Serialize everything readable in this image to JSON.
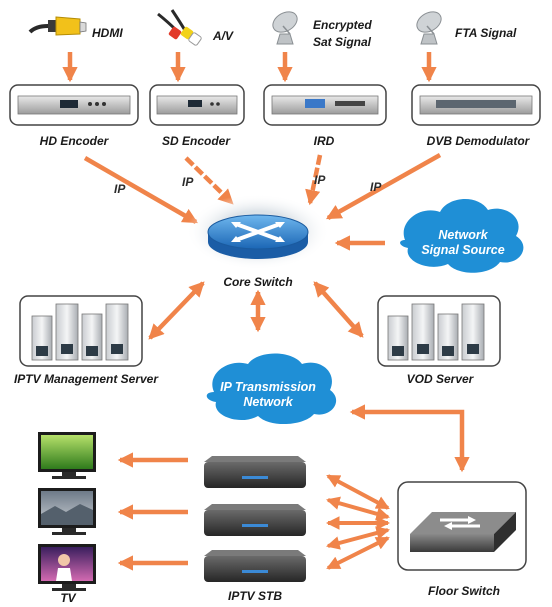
{
  "inputs": {
    "hdmi": "HDMI",
    "av": "A/V",
    "encrypted_line1": "Encrypted",
    "encrypted_line2": "Sat Signal",
    "fta": "FTA Signal"
  },
  "devices": {
    "hd_encoder": "HD  Encoder",
    "sd_encoder": "SD  Encoder",
    "ird": "IRD",
    "dvb_demodulator": "DVB  Demodulator"
  },
  "links": {
    "ip": "IP"
  },
  "core": {
    "core_switch": "Core Switch",
    "network_signal_line1": "Network",
    "network_signal_line2": "Signal Source"
  },
  "servers": {
    "iptv_management": "IPTV  Management Server",
    "vod": "VOD Server"
  },
  "transport": {
    "ip_network_line1": "IP Transmission",
    "ip_network_line2": "Network"
  },
  "endpoints": {
    "tv": "TV",
    "iptv_stb": "IPTV STB",
    "floor_switch": "Floor Switch"
  },
  "colors": {
    "arrow": "#f0844a",
    "cloud": "#1f8fd6",
    "device_frame": "#444444",
    "switch_blue": "#2a79c9"
  }
}
